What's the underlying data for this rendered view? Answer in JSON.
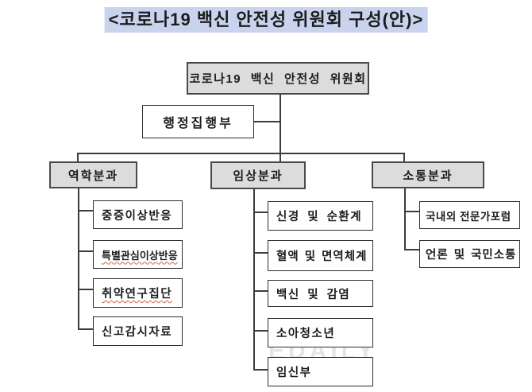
{
  "title": "<코로나19 백신 안전성 위원회 구성(안)>",
  "org": {
    "root": "코로나19 백신 안전성 위원회",
    "executive": "행정집행부",
    "branches": [
      {
        "label": "역학분과",
        "children": [
          "중증이상반응",
          "특별관심이상반응",
          "취약연구집단",
          "신고감시자료"
        ]
      },
      {
        "label": "임상분과",
        "children": [
          "신경 및 순환계",
          "혈액 및 면역체계",
          "백신 및 감염",
          "소아청소년",
          "임신부"
        ]
      },
      {
        "label": "소통분과",
        "children": [
          "국내외 전문가포럼",
          "언론 및 국민소통"
        ]
      }
    ]
  },
  "watermark": "EDAILY",
  "colors": {
    "title_highlight": "#c9d3ee",
    "box_fill": "#dcdcdc",
    "line": "#3c3c3c",
    "spellcheck": "#cc6644"
  }
}
